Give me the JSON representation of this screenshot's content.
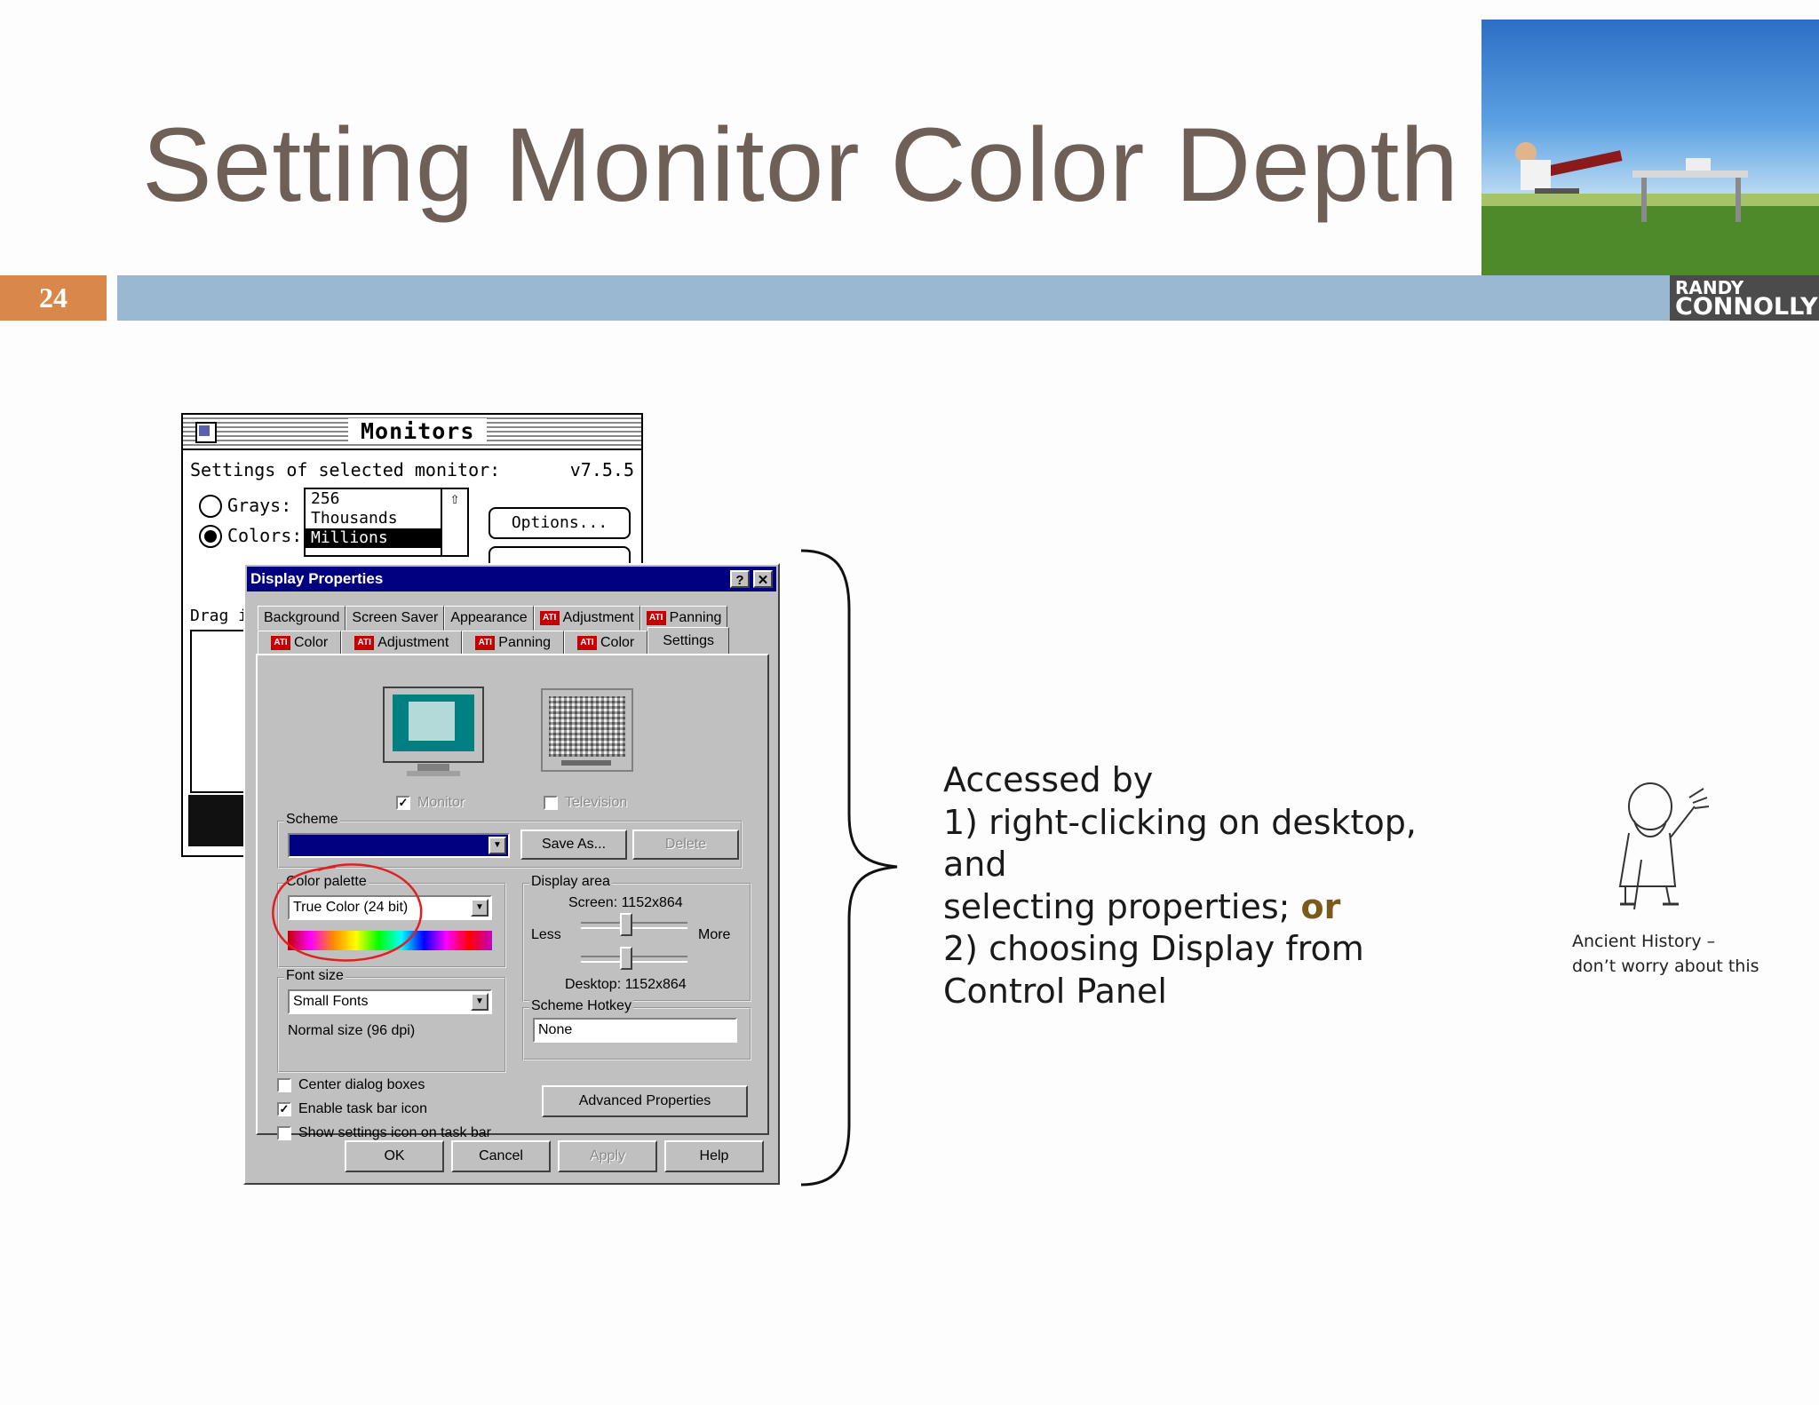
{
  "slide": {
    "title": "Setting Monitor Color Depth",
    "number": "24",
    "brand_line1": "RANDY",
    "brand_line2": "CONNOLLY"
  },
  "mac_window": {
    "title": "Monitors",
    "settings_label": "Settings of selected monitor:",
    "version": "v7.5.5",
    "grays_label": "Grays:",
    "colors_label": "Colors:",
    "depth_options": [
      "256",
      "Thousands",
      "Millions"
    ],
    "selected_option": "Millions",
    "options_button": "Options...",
    "drag_label": "Drag i"
  },
  "win_window": {
    "title": "Display Properties",
    "help_btn": "?",
    "close_btn": "✕",
    "tabs_row1": [
      "Background",
      "Screen Saver",
      "Appearance",
      "Adjustment",
      "Panning"
    ],
    "tabs_row2": [
      "Color",
      "Adjustment",
      "Panning",
      "Color",
      "Settings"
    ],
    "monitor_label": "Monitor",
    "television_label": "Television",
    "scheme_label": "Scheme",
    "save_as": "Save As...",
    "delete": "Delete",
    "color_palette_label": "Color palette",
    "color_palette_value": "True Color (24 bit)",
    "display_area_label": "Display area",
    "screen_res": "Screen: 1152x864",
    "less": "Less",
    "more": "More",
    "desktop_res": "Desktop: 1152x864",
    "font_size_label": "Font size",
    "font_size_value": "Small Fonts",
    "font_size_note": "Normal size (96 dpi)",
    "scheme_hotkey_label": "Scheme Hotkey",
    "scheme_hotkey_value": "None",
    "center_dialog": "Center dialog boxes",
    "enable_taskbar": "Enable task bar icon",
    "show_settings": "Show settings icon on task bar",
    "advanced": "Advanced Properties",
    "ok": "OK",
    "cancel": "Cancel",
    "apply": "Apply",
    "help": "Help",
    "ati_badge": "ATI"
  },
  "notes": {
    "line1": "Accessed by",
    "line2": "1) right-clicking on desktop, and",
    "line3a": "selecting properties; ",
    "line3b": "or",
    "line4": "2) choosing Display from",
    "line5": "Control Panel"
  },
  "caption": {
    "line1": "Ancient History –",
    "line2": "don’t worry about this"
  },
  "colors": {
    "accent_orange": "#d9874a",
    "rule_blue": "#9bb8d3",
    "title_brown": "#6e5f57",
    "win_title_bar": "#000080"
  }
}
